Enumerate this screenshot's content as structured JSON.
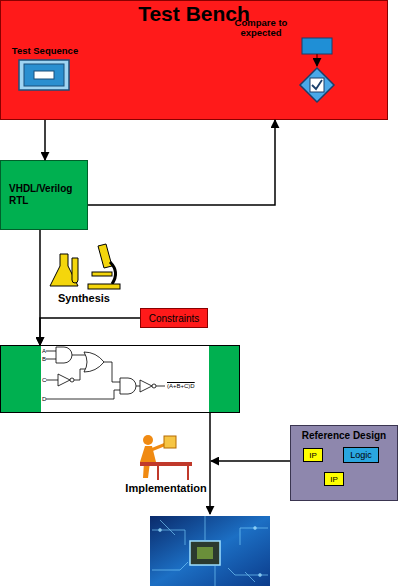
{
  "diagram": {
    "nodes": [
      {
        "text": [
          "Test Bench"
        ]
      },
      {
        "text": [
          "VHDL/Verilog RTL"
        ]
      },
      {
        "text": [
          "Constraints"
        ]
      },
      {
        "text": [
          "A",
          "B",
          "C",
          "D",
          "(A+B+C)D"
        ]
      },
      {
        "text": [
          "Reference Design"
        ]
      },
      {
        "text": [
          "IP"
        ],
        "in": 4
      },
      {
        "text": [
          "Logic"
        ],
        "in": 4
      },
      {
        "text": [
          "IP"
        ],
        "in": 4
      }
    ],
    "edges": [
      {
        "from": 0,
        "to": 1,
        "arrow": "to"
      },
      {
        "from": 1,
        "to": 0,
        "arrow": "to"
      },
      {
        "from": 1,
        "to": 3,
        "arrow": "to"
      },
      {
        "from": 2,
        "to": 3,
        "arrow": "to"
      }
    ],
    "labels": [
      "Test Sequence",
      "Compare to expected",
      "Synthesis",
      "Implementation"
    ]
  }
}
